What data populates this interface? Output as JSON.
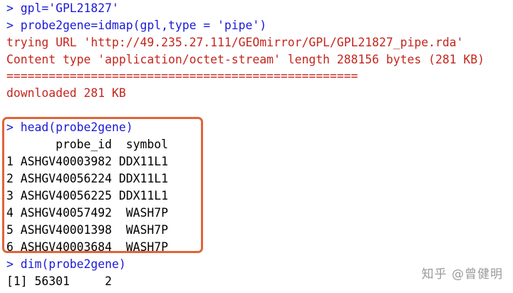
{
  "console": {
    "lines": [
      {
        "text": "> gpl='GPL21827'",
        "kind": "cmd"
      },
      {
        "text": "> probe2gene=idmap(gpl,type = 'pipe')",
        "kind": "cmd"
      },
      {
        "text": "trying URL 'http://49.235.27.111/GEOmirror/GPL/GPL21827_pipe.rda'",
        "kind": "out"
      },
      {
        "text": "Content type 'application/octet-stream' length 288156 bytes (281 KB)",
        "kind": "out"
      },
      {
        "text": "==================================================",
        "kind": "out"
      },
      {
        "text": "downloaded 281 KB",
        "kind": "out"
      },
      {
        "text": "",
        "kind": "plain"
      },
      {
        "text": "> head(probe2gene)",
        "kind": "cmd"
      },
      {
        "text": "       probe_id  symbol",
        "kind": "plain"
      },
      {
        "text": "1 ASHGV40003982 DDX11L1",
        "kind": "plain"
      },
      {
        "text": "2 ASHGV40056224 DDX11L1",
        "kind": "plain"
      },
      {
        "text": "3 ASHGV40056225 DDX11L1",
        "kind": "plain"
      },
      {
        "text": "4 ASHGV40057492  WASH7P",
        "kind": "plain"
      },
      {
        "text": "5 ASHGV40001398  WASH7P",
        "kind": "plain"
      },
      {
        "text": "6 ASHGV40003684  WASH7P",
        "kind": "plain"
      },
      {
        "text": "> dim(probe2gene)",
        "kind": "cmd"
      },
      {
        "text": "[1] 56301     2",
        "kind": "plain"
      }
    ]
  },
  "watermark": {
    "text": "知乎 @曾健明"
  },
  "colors": {
    "command": "#1a1ad6",
    "output": "#c4261d",
    "highlight_border": "#e0643a"
  }
}
